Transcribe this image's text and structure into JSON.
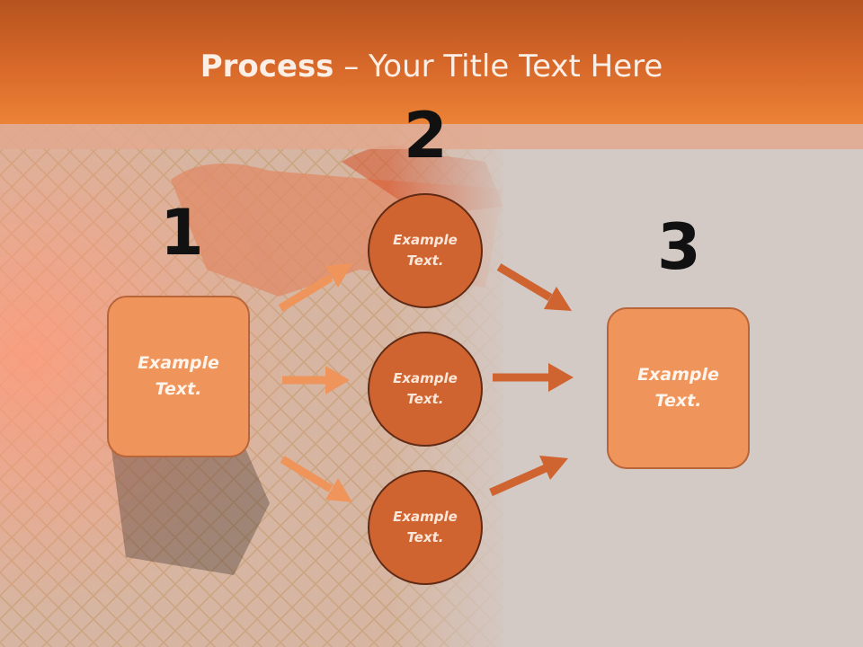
{
  "slide": {
    "title_bold": "Process",
    "title_rest": " – Your Title Text Here"
  },
  "steps": {
    "one": "1",
    "two": "2",
    "three": "3"
  },
  "left_box": {
    "line1": "Example",
    "line2": "Text."
  },
  "right_box": {
    "line1": "Example",
    "line2": "Text."
  },
  "circles": [
    {
      "line1": "Example",
      "line2": "Text."
    },
    {
      "line1": "Example",
      "line2": "Text."
    },
    {
      "line1": "Example",
      "line2": "Text."
    }
  ],
  "colors": {
    "header": "#d8692a",
    "box_fill": "#ef955c",
    "circle_fill": "#cf6431",
    "arrow_light": "#ef955c",
    "arrow_dark": "#cf6431"
  }
}
